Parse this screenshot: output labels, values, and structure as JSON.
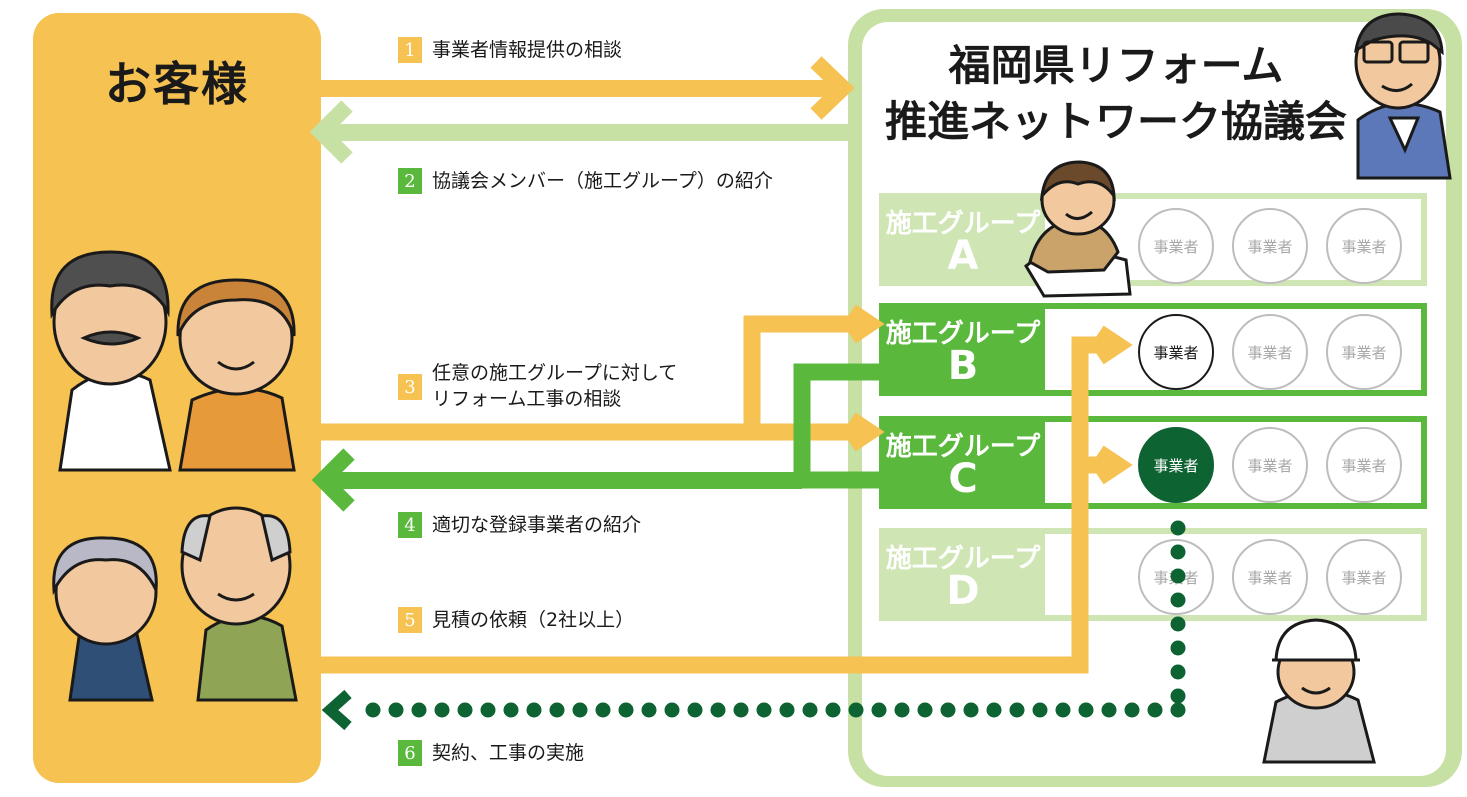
{
  "customer": {
    "title": "お客様"
  },
  "council": {
    "title_line1": "福岡県リフォーム",
    "title_line2": "推進ネットワーク協議会"
  },
  "steps": [
    {
      "num": "1",
      "text": "事業者情報提供の相談",
      "color": "#f6c251"
    },
    {
      "num": "2",
      "text": "協議会メンバー（施工グループ）の紹介",
      "color": "#5ab83c"
    },
    {
      "num": "3",
      "text_line1": "任意の施工グループに対して",
      "text_line2": "リフォーム工事の相談",
      "color": "#f6c251"
    },
    {
      "num": "4",
      "text": "適切な登録事業者の紹介",
      "color": "#5ab83c"
    },
    {
      "num": "5",
      "text": "見積の依頼（2社以上）",
      "color": "#f6c251"
    },
    {
      "num": "6",
      "text": "契約、工事の実施",
      "color": "#5ab83c"
    }
  ],
  "groups": [
    {
      "label": "施工グループ",
      "letter": "A",
      "members": [
        "事業者",
        "事業者",
        "事業者"
      ]
    },
    {
      "label": "施工グループ",
      "letter": "B",
      "members": [
        "事業者",
        "事業者",
        "事業者"
      ]
    },
    {
      "label": "施工グループ",
      "letter": "C",
      "members": [
        "事業者",
        "事業者",
        "事業者"
      ]
    },
    {
      "label": "施工グループ",
      "letter": "D",
      "members": [
        "事業者",
        "事業者",
        "事業者"
      ]
    }
  ],
  "colors": {
    "yellow": "#f6c251",
    "green": "#5ab83c",
    "dark_green": "#0e6332",
    "light_green": "#c7e0a3"
  }
}
